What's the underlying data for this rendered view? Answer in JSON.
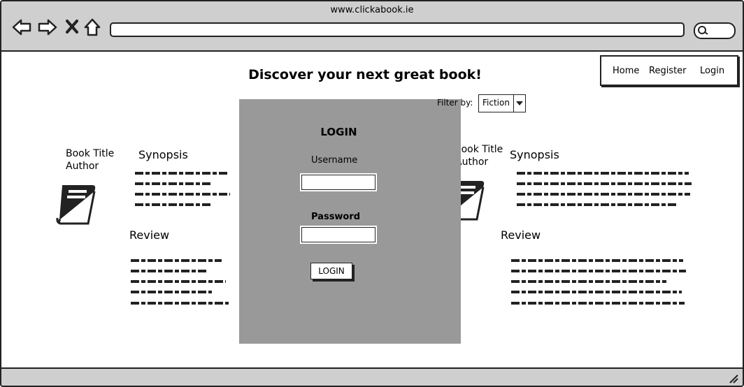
{
  "browser": {
    "url": "www.clickabook.ie"
  },
  "nav_menu": {
    "home": "Home",
    "register": "Register",
    "login": "Login"
  },
  "page": {
    "heading": "Discover your next great book!"
  },
  "filter": {
    "label": "Filter by:",
    "selected": "Fiction"
  },
  "left_book": {
    "title": "Book Title",
    "author": "Author",
    "synopsis_label": "Synopsis",
    "review_label": "Review"
  },
  "right_book": {
    "title": "Book Title",
    "author": "Author",
    "synopsis_label": "Synopsis",
    "review_label": "Review"
  },
  "login": {
    "title": "LOGIN",
    "username_label": "Username",
    "password_label": "Password",
    "username_value": "",
    "password_value": "",
    "button_label": "LOGIN"
  },
  "icons": {
    "back": "back-arrow-icon",
    "forward": "forward-arrow-icon",
    "stop": "close-icon",
    "home": "home-icon",
    "search": "search-icon",
    "book": "book-icon",
    "dropdown": "chevron-down-icon",
    "resize": "resize-grip-icon"
  },
  "colors": {
    "chrome": "#cfcfcf",
    "panel": "#999999",
    "ink": "#222222"
  }
}
